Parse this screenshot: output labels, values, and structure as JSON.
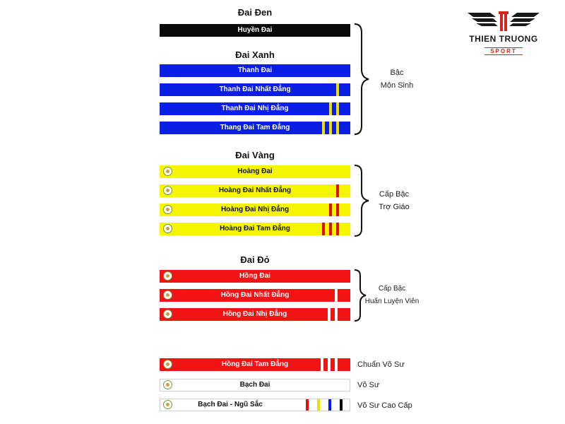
{
  "sections": {
    "black": "Đai Đen",
    "blue": "Đai Xanh",
    "yellow": "Đai Vàng",
    "red": "Đai Đỏ"
  },
  "belts": {
    "huyen": "Huyền Đai",
    "thanh": "Thanh Đai",
    "thanh1": "Thanh Đai Nhất Đẳng",
    "thanh2": "Thanh Đai Nhị Đẳng",
    "thanh3": "Thang Đai Tam Đẳng",
    "hoang": "Hoàng Đai",
    "hoang1": "Hoàng Đai Nhất Đẳng",
    "hoang2": "Hoàng Đai Nhị Đẳng",
    "hoang3": "Hoàng Đai Tam Đẳng",
    "hong": "Hồng Đai",
    "hong1": "Hồng Đai Nhất Đẳng",
    "hong2": "Hồng Đai Nhị  Đẳng",
    "hong3": "Hồng Đai Tam Đẳng",
    "bach": "Bạch Đai",
    "bach_ngu": "Bạch Đai - Ngũ Sắc"
  },
  "groups": {
    "mon_sinh_line1": "Bậc",
    "mon_sinh_line2": "Môn Sinh",
    "tro_giao_line1": "Cấp Bậc",
    "tro_giao_line2": "Trợ Giáo",
    "huan_luyen_line1": "Cấp Bậc",
    "huan_luyen_line2": "Huấn Luyện Viên",
    "chuan_vo_su": "Chuẩn Võ Sư",
    "vo_su": "Võ Sư",
    "vo_su_cao_cap": "Võ Sư Cao Cấp"
  },
  "logo": {
    "name": "THIEN TRUONG",
    "sub": "SPORT"
  },
  "colors": {
    "black_belt": "#0a0a0a",
    "blue_belt": "#0a1ee6",
    "yellow_belt": "#f5f500",
    "red_belt": "#f01414",
    "white_belt": "#ffffff",
    "yellow_stripe": "#f0e000",
    "red_stripe": "#e01010",
    "blue_stripe": "#0a1ee6",
    "logo_red": "#d4241c"
  },
  "icons": {
    "emblem": "vovinam-emblem-icon",
    "brace": "curly-brace-icon",
    "logo": "thien-truong-wings-logo-icon"
  }
}
